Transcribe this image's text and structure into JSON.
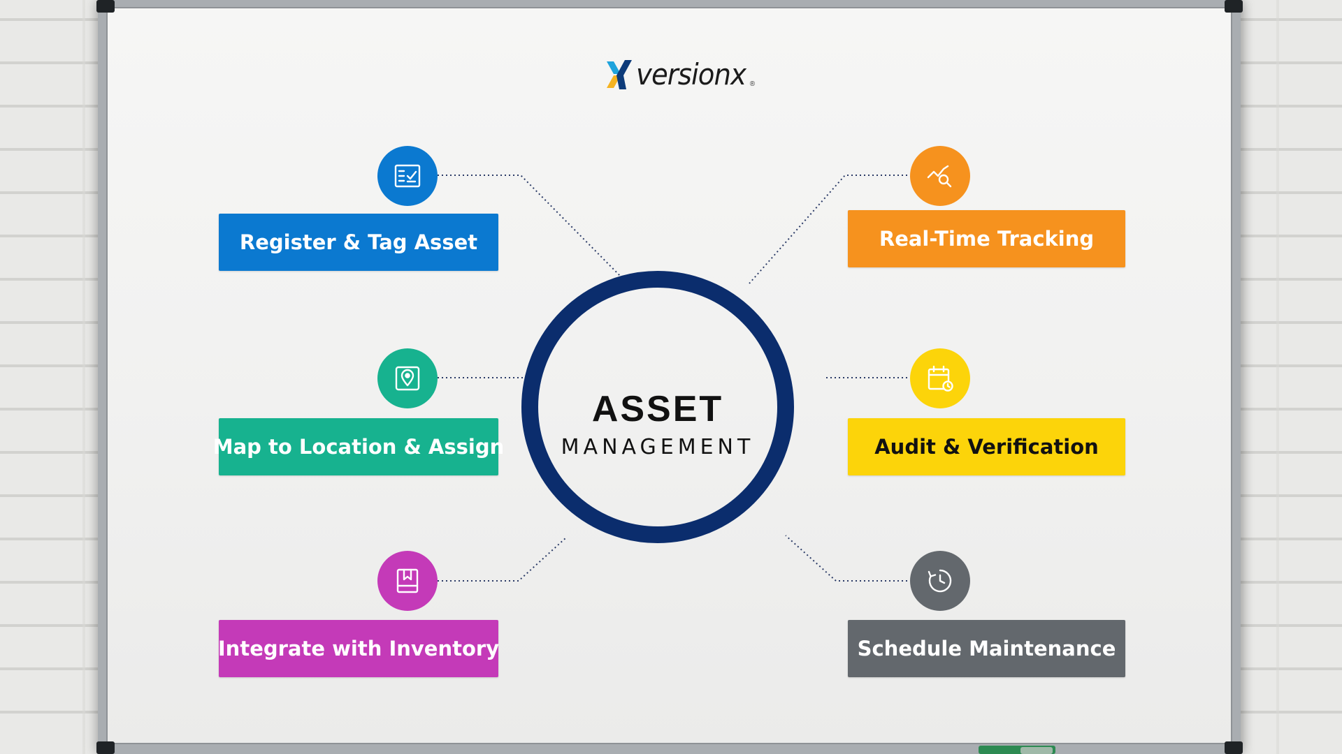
{
  "brand": {
    "name": "versionx",
    "mark": "®"
  },
  "hub": {
    "title": "ASSET",
    "subtitle": "MANAGEMENT",
    "color": "#0b2d6d"
  },
  "nodes": [
    {
      "label": "Register & Tag Asset",
      "icon": "checklist-icon",
      "color": "#0b79d0",
      "text_color": "#ffffff"
    },
    {
      "label": "Map to Location & Assign",
      "icon": "location-pin-icon",
      "color": "#17b28f",
      "text_color": "#ffffff"
    },
    {
      "label": "Integrate with Inventory",
      "icon": "inventory-box-icon",
      "color": "#c43ab8",
      "text_color": "#ffffff"
    },
    {
      "label": "Real-Time Tracking",
      "icon": "chart-search-icon",
      "color": "#f6921e",
      "text_color": "#ffffff"
    },
    {
      "label": "Audit & Verification",
      "icon": "calendar-clock-icon",
      "color": "#fcd40a",
      "text_color": "#111111"
    },
    {
      "label": "Schedule Maintenance",
      "icon": "history-clock-icon",
      "color": "#63686d",
      "text_color": "#ffffff"
    }
  ]
}
